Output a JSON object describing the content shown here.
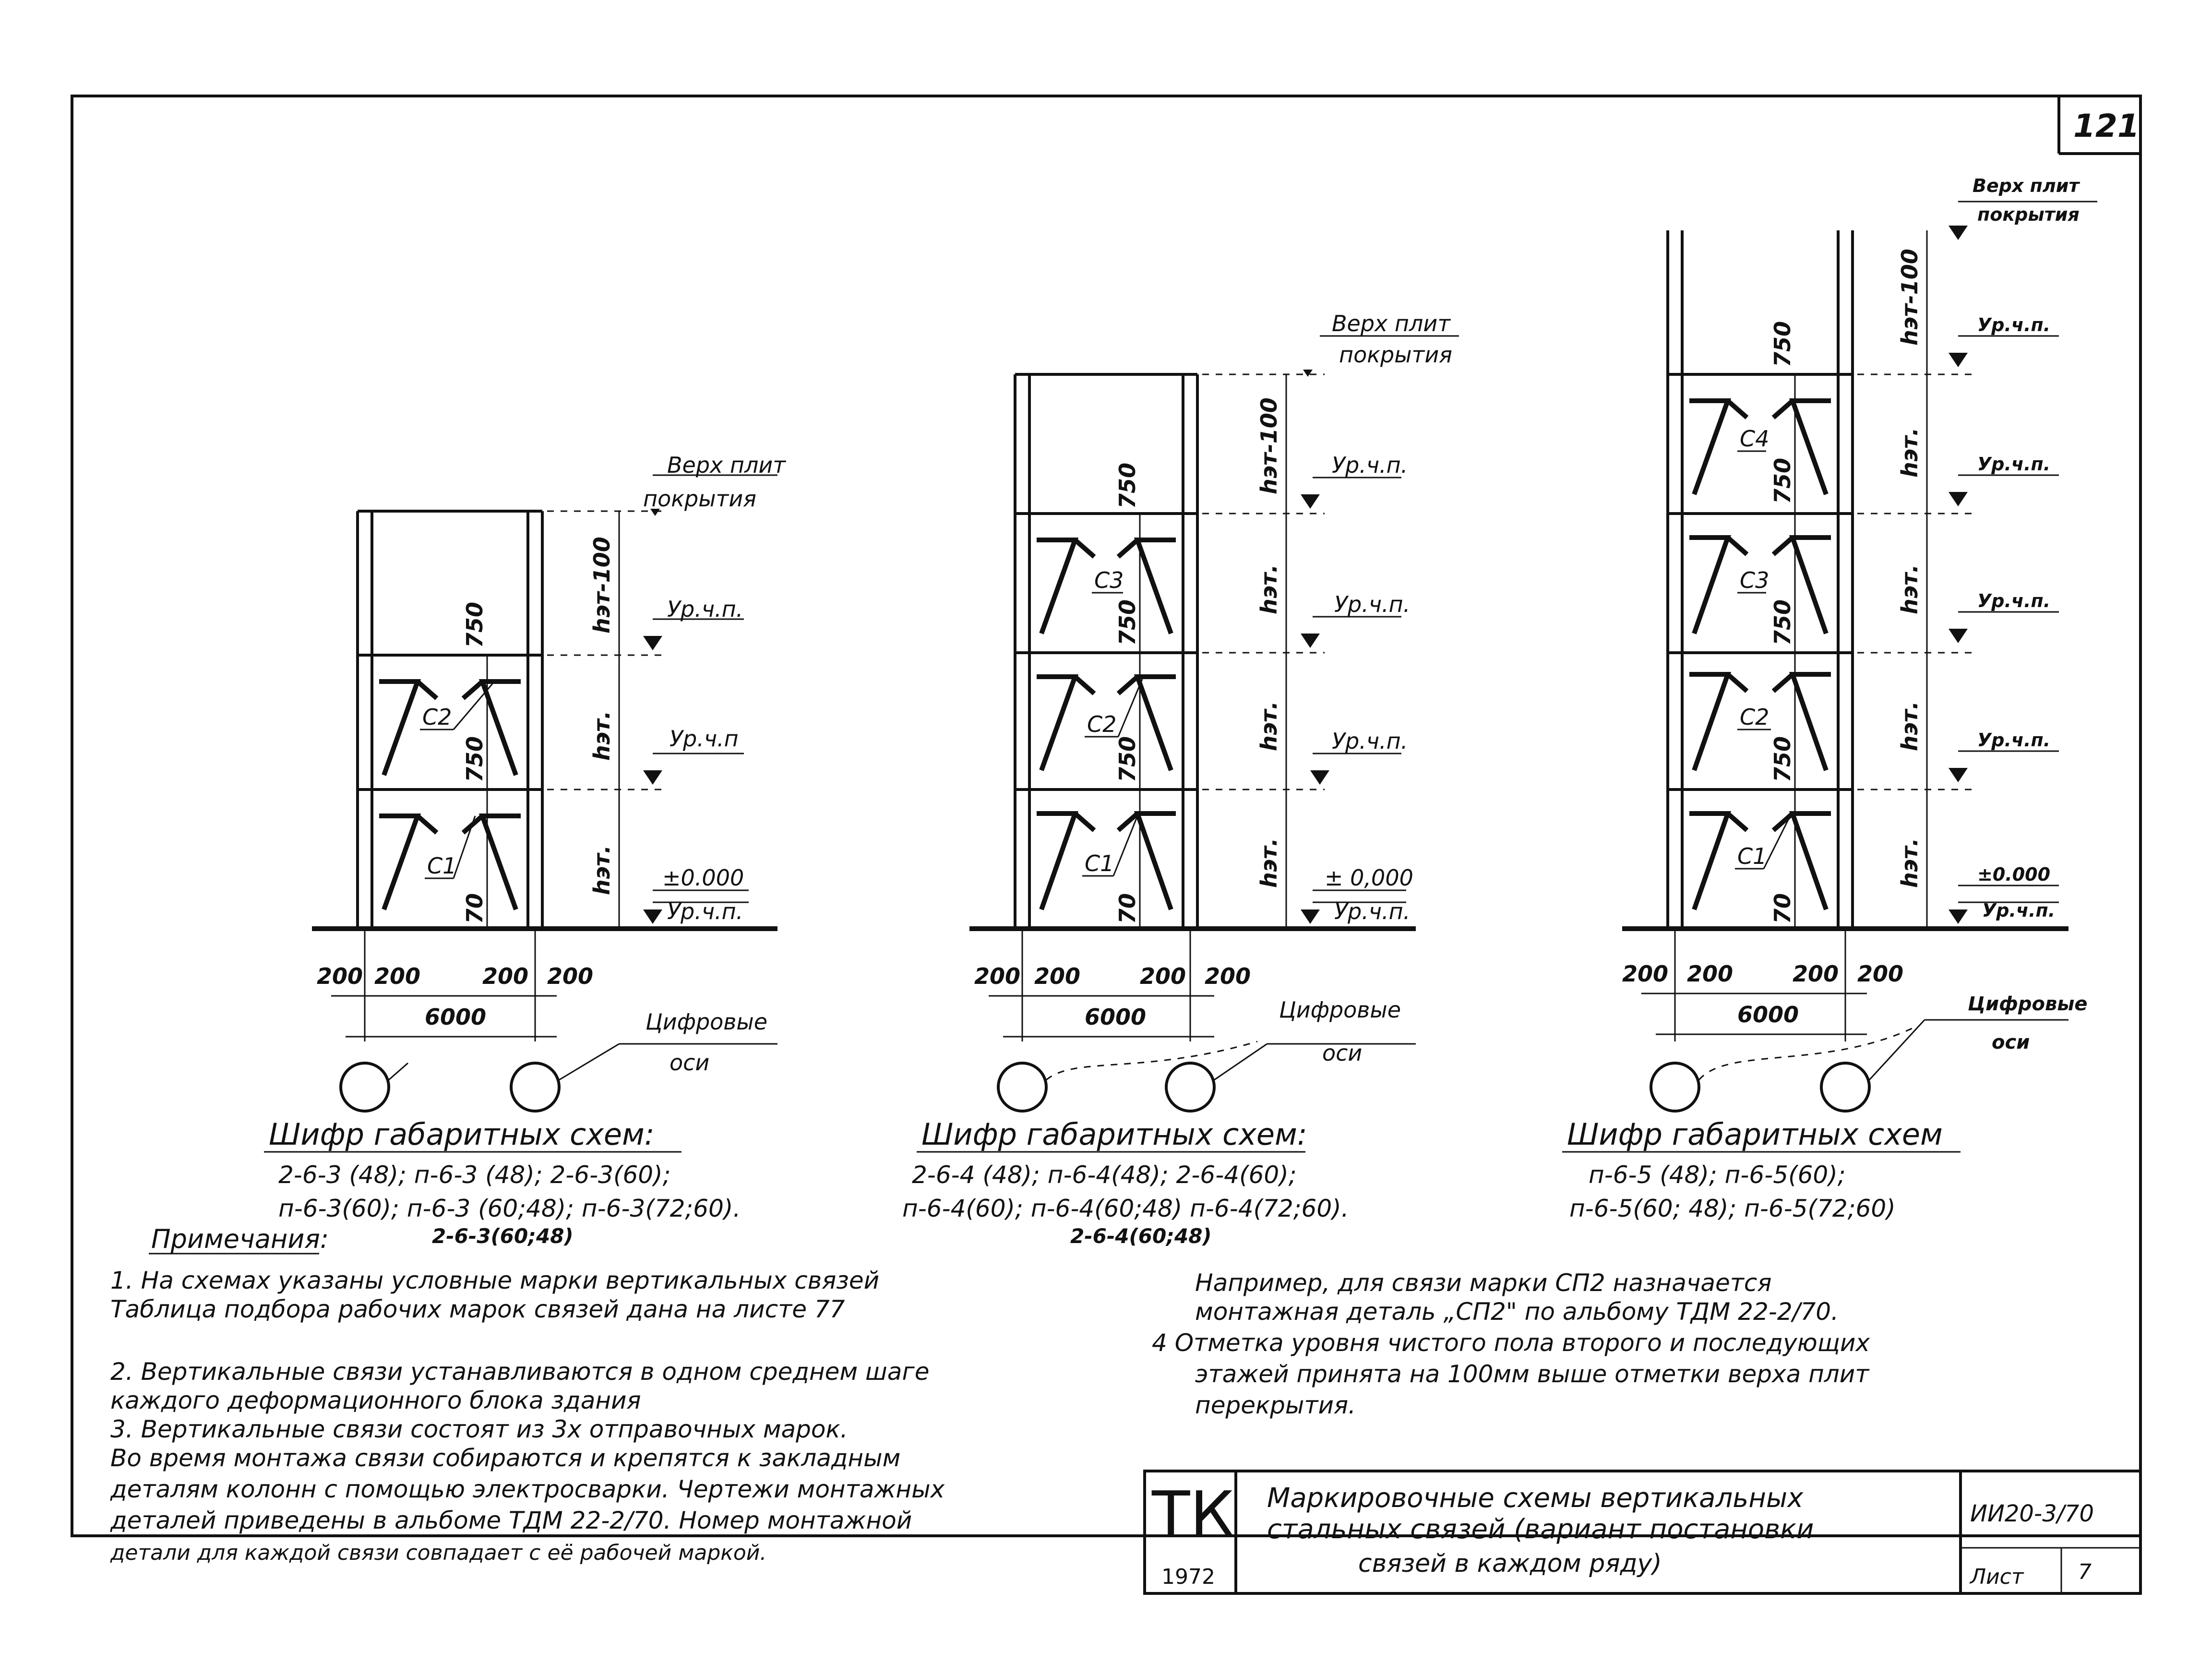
{
  "page_number": "121",
  "schemes": [
    {
      "top_label_1": "Верх плит",
      "top_label_2": "покрытия",
      "heights": [
        "hэт-100",
        "hэт.",
        "hэт."
      ],
      "levels": [
        "Ур.ч.п.",
        "Ур.ч.п"
      ],
      "zero_1": "±0.000",
      "zero_2": "Ур.ч.п.",
      "dim_750": "750",
      "dim_70": "70",
      "marks": [
        "C2",
        "C1"
      ],
      "dims_200": [
        "200",
        "200",
        "200",
        "200"
      ],
      "span": "6000",
      "axes_1": "Цифровые",
      "axes_2": "оси",
      "code_title": "Шифр габаритных схем:",
      "code_lines": [
        "2-6-3 (48); п-6-3 (48); 2-6-3(60);",
        "п-6-3(60); п-6-3 (60;48); п-6-3(72;60).",
        "2-6-3(60;48)"
      ]
    },
    {
      "top_label_1": "Верх плит",
      "top_label_2": "покрытия",
      "heights": [
        "hэт-100",
        "hэт.",
        "hэт.",
        "hэт."
      ],
      "levels": [
        "Ур.ч.п.",
        "Ур.ч.п.",
        "Ур.ч.п."
      ],
      "zero_1": "± 0,000",
      "zero_2": "Ур.ч.п.",
      "dim_750": "750",
      "dim_70": "70",
      "marks": [
        "C3",
        "C2",
        "C1"
      ],
      "dims_200": [
        "200",
        "200",
        "200",
        "200"
      ],
      "span": "6000",
      "axes_1": "Цифровые",
      "axes_2": "оси",
      "code_title": "Шифр габаритных схем:",
      "code_lines": [
        "2-6-4 (48); п-6-4(48); 2-6-4(60);",
        "п-6-4(60); п-6-4(60;48) п-6-4(72;60).",
        "2-6-4(60;48)"
      ]
    },
    {
      "top_label_1": "Верх плит",
      "top_label_2": "покрытия",
      "heights": [
        "hэт-100",
        "hэт.",
        "hэт.",
        "hэт.",
        "hэт."
      ],
      "levels": [
        "Ур.ч.п.",
        "Ур.ч.п.",
        "Ур.ч.п.",
        "Ур.ч.п."
      ],
      "zero_1": "±0.000",
      "zero_2": "Ур.ч.п.",
      "dim_750": "750",
      "dim_70": "70",
      "marks": [
        "C4",
        "C3",
        "C2",
        "C1"
      ],
      "dims_200": [
        "200",
        "200",
        "200",
        "200"
      ],
      "span": "6000",
      "axes_1": "Цифровые",
      "axes_2": "оси",
      "code_title": "Шифр габаритных схем",
      "code_lines": [
        "п-6-5 (48); п-6-5(60);",
        "п-6-5(60; 48); п-6-5(72;60)"
      ]
    }
  ],
  "notes_title": "Примечания:",
  "notes_left": [
    "1.  На схемах указаны условные марки вертикальных связей",
    "    Таблица подбора рабочих марок связей дана на листе 77",
    "2.  Вертикальные связи устанавливаются в одном среднем шаге",
    "    каждого деформационного блока здания",
    "3.  Вертикальные связи состоят из 3х отправочных марок.",
    "    Во время монтажа связи собираются и крепятся к закладным",
    "    деталям колонн с помощью электросварки. Чертежи монтажных",
    "    деталей приведены в альбоме ТДМ 22-2/70. Номер монтажной",
    "    детали для каждой связи совпадает с её рабочей маркой."
  ],
  "notes_right": [
    "Например, для связи марки СП2  назначается",
    "монтажная деталь „СП2\" по альбому ТДМ 22-2/70.",
    "4  Отметка уровня чистого пола второго и последующих",
    "этажей принята на 100мм выше отметки верха плит",
    "перекрытия."
  ],
  "title_block": {
    "series": "ТК",
    "year": "1972",
    "title_lines": [
      "Маркировочные схемы вертикальных",
      "стальных связей (вариант постановки",
      "связей в каждом ряду)"
    ],
    "code": "ИИ20-3/70",
    "sheet_label": "Лист",
    "sheet_no": "7"
  }
}
